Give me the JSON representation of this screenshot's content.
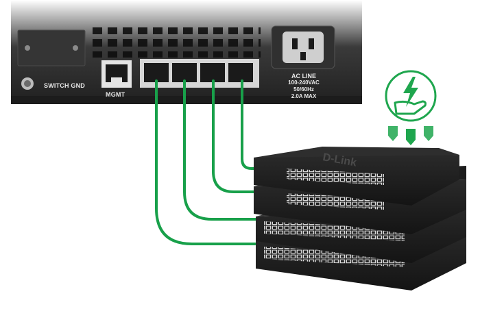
{
  "panel": {
    "switch_gnd_label": "SWITCH GND",
    "mgmt_label": "MGMT",
    "ac_line": {
      "title": "AC LINE",
      "voltage": "100-240VAC",
      "frequency": "50/60Hz",
      "current": "2.0A MAX"
    }
  },
  "switches": {
    "brand": "D-Link",
    "count": 4
  },
  "colors": {
    "cable_green": "#18a04a",
    "chassis": "#262626",
    "icon_green": "#1fa64e"
  },
  "icons": {
    "power_saving": "hand-with-lightning-icon"
  }
}
